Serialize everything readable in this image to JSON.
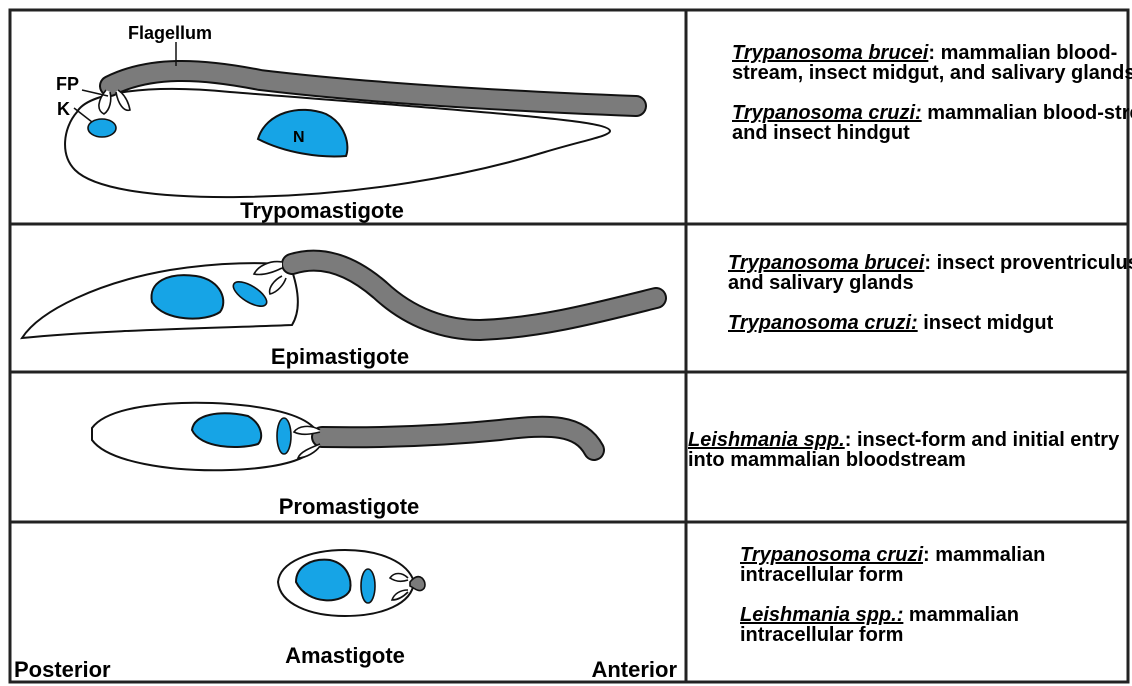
{
  "rows": [
    {
      "stage": "Trypomastigote",
      "labels": {
        "flagellum": "Flagellum",
        "fp": "FP",
        "k": "K",
        "n": "N"
      },
      "entries": [
        {
          "species": "Trypanosoma brucei",
          "sep": ":",
          "text": " mammalian blood-stream, insect midgut, and salivary glands"
        },
        {
          "species": "Trypanosoma cruzi:",
          "sep": "",
          "text": " mammalian blood-stream and insect hindgut"
        }
      ]
    },
    {
      "stage": "Epimastigote",
      "entries": [
        {
          "species": "Trypanosoma brucei",
          "sep": ":",
          "text": " insect proventriculus and salivary glands"
        },
        {
          "species": "Trypanosoma cruzi:",
          "sep": "",
          "text": " insect midgut"
        }
      ]
    },
    {
      "stage": "Promastigote",
      "entries": [
        {
          "species": "Leishmania spp.",
          "sep": ":",
          "text": " insect-form and initial entry into mammalian bloodstream"
        }
      ]
    },
    {
      "stage": "Amastigote",
      "entries": [
        {
          "species": "Trypanosoma cruzi",
          "sep": ":",
          "text": " mammalian intracellular form"
        },
        {
          "species": "Leishmania spp.:",
          "sep": "",
          "text": " mammalian intracellular form"
        }
      ]
    }
  ],
  "orientation": {
    "posterior": "Posterior",
    "anterior": "Anterior"
  },
  "colors": {
    "nucleus": "#16a4e6",
    "flagellum": "#7b7b7b",
    "border": "#222222"
  }
}
